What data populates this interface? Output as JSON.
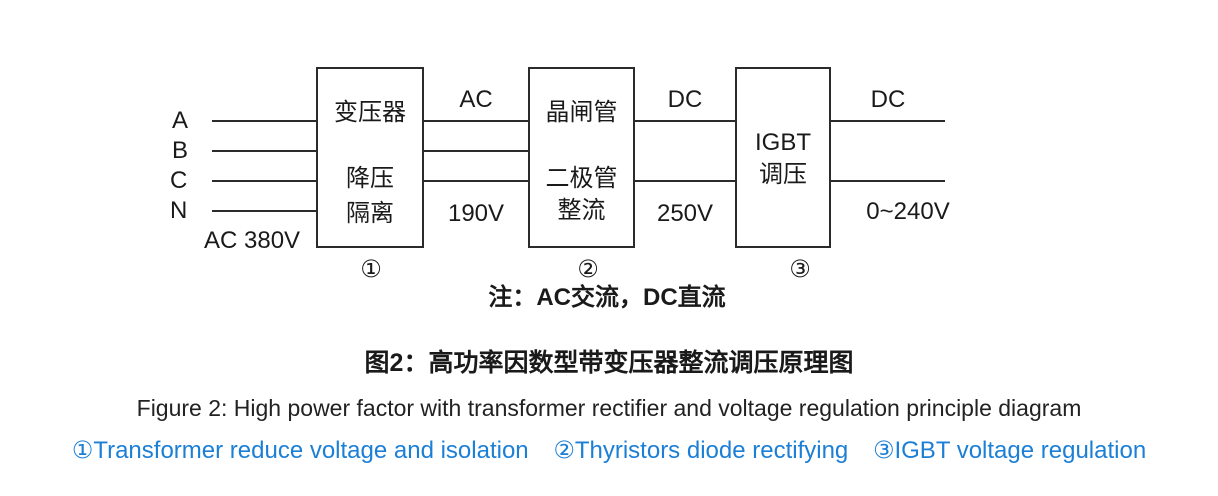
{
  "palette": {
    "line_color": "#2b2b2b",
    "text_color": "#1a1a1a",
    "legend_blue": "#1c7fd6",
    "background": "#ffffff"
  },
  "diagram": {
    "input": {
      "phase_a": "A",
      "phase_b": "B",
      "phase_c": "C",
      "phase_n": "N",
      "source": "AC 380V"
    },
    "block1": {
      "line1": "变压器",
      "line2": "降压",
      "line3": "隔离",
      "number": "①"
    },
    "block2": {
      "line1": "晶闸管",
      "line2": "二极管",
      "line3": "整流",
      "number": "②"
    },
    "block3": {
      "line1": "IGBT",
      "line2": "调压",
      "number": "③"
    },
    "seg1": {
      "top": "AC",
      "bottom": "190V"
    },
    "seg2": {
      "top": "DC",
      "bottom": "250V"
    },
    "seg3": {
      "top": "DC",
      "bottom": "0~240V"
    },
    "note": "注：AC交流，DC直流"
  },
  "captions": {
    "title_cn": "图2：高功率因数型带变压器整流调压原理图",
    "title_en": "Figure 2: High power factor with transformer rectifier and voltage regulation principle diagram",
    "legend_1": "①Transformer reduce voltage and isolation",
    "legend_2": "②Thyristors diode rectifying",
    "legend_3": "③IGBT voltage regulation"
  }
}
